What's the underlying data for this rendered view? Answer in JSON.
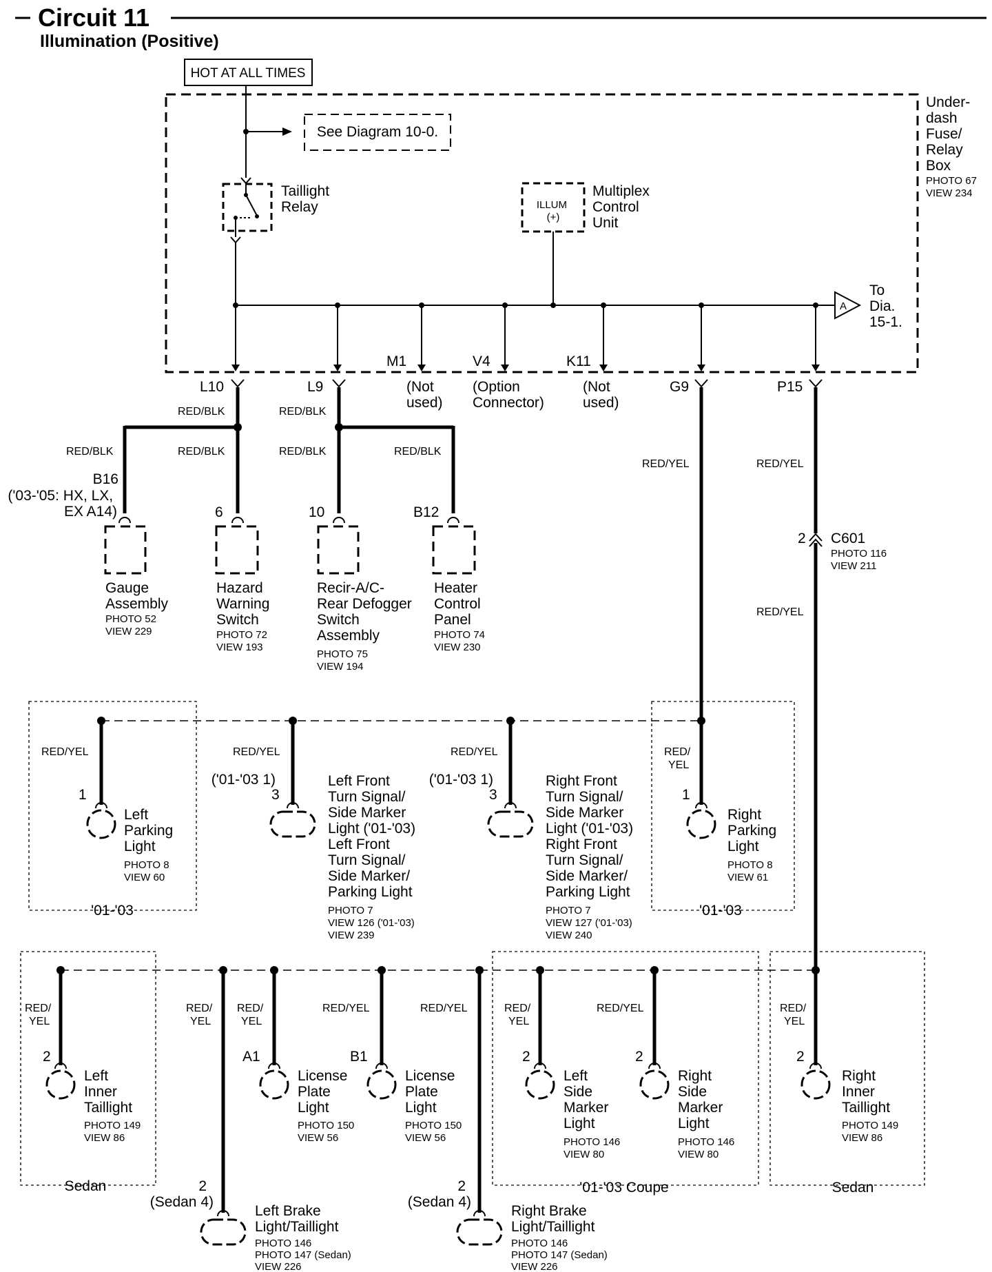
{
  "header": {
    "title": "Circuit 11",
    "subtitle": "Illumination (Positive)"
  },
  "power": {
    "label": "HOT AT ALL TIMES"
  },
  "fuse_box": {
    "name_lines": [
      "Under-",
      "dash",
      "Fuse/",
      "Relay",
      "Box"
    ],
    "photo": "PHOTO 67",
    "view": "VIEW 234",
    "see_diagram": "See Diagram 10-0.",
    "taillight_relay": [
      "Taillight",
      "Relay"
    ],
    "mcu_box": [
      "ILLUM",
      "(+)"
    ],
    "mcu_label": [
      "Multiplex",
      "Control",
      "Unit"
    ],
    "to_dia": [
      "To",
      "Dia.",
      "15-1."
    ],
    "to_dia_marker": "A"
  },
  "terminals": {
    "L10": "L10",
    "L9": "L9",
    "M1": "M1",
    "V4": "V4",
    "K11": "K11",
    "G9": "G9",
    "P15": "P15",
    "m1_note": [
      "(Not",
      "used)"
    ],
    "v4_note": [
      "(Option",
      "Connector)"
    ],
    "k11_note": [
      "(Not",
      "used)"
    ]
  },
  "wire_colors": {
    "red_blk": "RED/BLK",
    "red_yel": "RED/YEL",
    "red_yel_a": "RED/",
    "red_yel_b": "YEL"
  },
  "upper_components": {
    "gauge": {
      "pin": "B16",
      "pin_note": [
        "('03-'05: HX, LX,",
        "EX A14)"
      ],
      "name": [
        "Gauge",
        "Assembly"
      ],
      "photo": "PHOTO 52",
      "view": "VIEW 229"
    },
    "hazard": {
      "pin": "6",
      "name": [
        "Hazard",
        "Warning",
        "Switch"
      ],
      "photo": "PHOTO 72",
      "view": "VIEW 193"
    },
    "recirc": {
      "pin": "10",
      "name": [
        "Recir-A/C-",
        "Rear Defogger",
        "Switch",
        "Assembly"
      ],
      "photo": "PHOTO 75",
      "view": "VIEW 194"
    },
    "heater": {
      "pin": "B12",
      "name": [
        "Heater",
        "Control",
        "Panel"
      ],
      "photo": "PHOTO 74",
      "view": "VIEW 230"
    }
  },
  "connector_c601": {
    "pin": "2",
    "name": "C601",
    "photo": "PHOTO 116",
    "view": "VIEW 211"
  },
  "front_lights": {
    "left_parking": {
      "pin": "1",
      "name": [
        "Left",
        "Parking",
        "Light"
      ],
      "photo": "PHOTO 8",
      "view": "VIEW 60",
      "box_label": "'01-'03"
    },
    "left_front_turn": {
      "pin_note": "('01-'03 1)",
      "pin": "3",
      "name": [
        "Left Front",
        "Turn Signal/",
        "Side Marker",
        "Light ('01-'03)",
        "Left Front",
        "Turn Signal/",
        "Side Marker/",
        "Parking Light"
      ],
      "photo": "PHOTO 7",
      "view1": "VIEW 126 ('01-'03)",
      "view2": "VIEW 239"
    },
    "right_front_turn": {
      "pin_note": "('01-'03 1)",
      "pin": "3",
      "name": [
        "Right Front",
        "Turn Signal/",
        "Side Marker",
        "Light ('01-'03)",
        "Right Front",
        "Turn Signal/",
        "Side Marker/",
        "Parking Light"
      ],
      "photo": "PHOTO 7",
      "view1": "VIEW 127 ('01-'03)",
      "view2": "VIEW 240"
    },
    "right_parking": {
      "pin": "1",
      "name": [
        "Right",
        "Parking",
        "Light"
      ],
      "photo": "PHOTO 8",
      "view": "VIEW 61",
      "box_label": "'01-'03"
    }
  },
  "rear_lights": {
    "left_inner": {
      "pin": "2",
      "name": [
        "Left",
        "Inner",
        "Taillight"
      ],
      "photo": "PHOTO 149",
      "view": "VIEW 86",
      "box_label": "Sedan"
    },
    "license_a1": {
      "pin": "A1",
      "name": [
        "License",
        "Plate",
        "Light"
      ],
      "photo": "PHOTO 150",
      "view": "VIEW 56"
    },
    "license_b1": {
      "pin": "B1",
      "name": [
        "License",
        "Plate",
        "Light"
      ],
      "photo": "PHOTO 150",
      "view": "VIEW 56"
    },
    "left_side_marker": {
      "pin": "2",
      "name": [
        "Left",
        "Side",
        "Marker",
        "Light"
      ],
      "photo": "PHOTO 146",
      "view": "VIEW 80"
    },
    "right_side_marker": {
      "pin": "2",
      "name": [
        "Right",
        "Side",
        "Marker",
        "Light"
      ],
      "photo": "PHOTO 146",
      "view": "VIEW 80"
    },
    "coupe_box_label": "'01-'03 Coupe",
    "right_inner": {
      "pin": "2",
      "name": [
        "Right",
        "Inner",
        "Taillight"
      ],
      "photo": "PHOTO 149",
      "view": "VIEW 86",
      "box_label": "Sedan"
    },
    "left_brake": {
      "pin": "2",
      "pin_note": "(Sedan 4)",
      "name": [
        "Left Brake",
        "Light/Taillight"
      ],
      "photo": "PHOTO 146",
      "photo2": "PHOTO 147 (Sedan)",
      "view": "VIEW 226"
    },
    "right_brake": {
      "pin": "2",
      "pin_note": "(Sedan 4)",
      "name": [
        "Right Brake",
        "Light/Taillight"
      ],
      "photo": "PHOTO 146",
      "photo2": "PHOTO 147 (Sedan)",
      "view": "VIEW 226"
    }
  }
}
